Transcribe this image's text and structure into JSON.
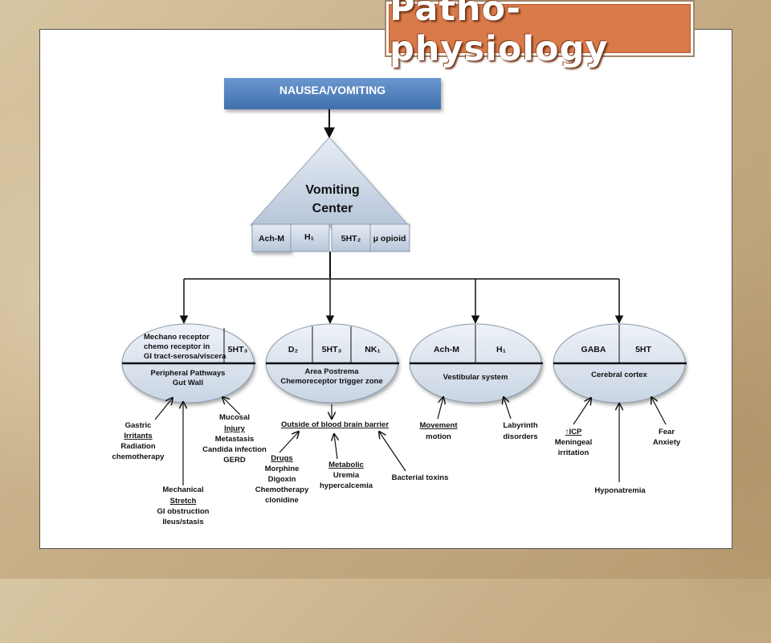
{
  "title": "Patho-physiology",
  "top_box": "NAUSEA/VOMITING",
  "center": {
    "line1": "Vomiting",
    "line2": "Center",
    "receptors": [
      "Ach-M",
      "H₁",
      "5HT₂",
      "μ opioid"
    ]
  },
  "ellipses": {
    "peripheral": {
      "top_left": [
        "Mechano receptor",
        "chemo receptor in",
        "GI tract-serosa/viscera"
      ],
      "top_right": "5HT₃",
      "bottom": [
        "Peripheral Pathways",
        "Gut Wall"
      ]
    },
    "postrema": {
      "cells": [
        "D₂",
        "5HT₃",
        "NK₁"
      ],
      "bottom": [
        "Area Postrema",
        "Chemoreceptor trigger zone"
      ]
    },
    "vestibular": {
      "cells": [
        "Ach-M",
        "H₁"
      ],
      "bottom": [
        "Vestibular system"
      ]
    },
    "cortex": {
      "cells": [
        "GABA",
        "5HT"
      ],
      "bottom": [
        "Cerebral cortex"
      ]
    }
  },
  "causes": {
    "gastric": {
      "l1": "Gastric",
      "l2": "Irritants",
      "l3": "Radiation",
      "l4": "chemotherapy"
    },
    "mucosal": {
      "l1": "Mucosal",
      "l2": "Injury",
      "l3": "Metastasis",
      "l4": "Candida infection",
      "l5": "GERD"
    },
    "mechanical": {
      "l1": "Mechanical",
      "l2": "Stretch",
      "l3": "GI obstruction",
      "l4": "Ileus/stasis"
    },
    "bbb": "Outside of blood brain barrier",
    "drugs": {
      "l1": "Drugs",
      "l2": "Morphine",
      "l3": "Digoxin",
      "l4": "Chemotherapy",
      "l5": "clonidine"
    },
    "metabolic": {
      "l1": "Metabolic",
      "l2": "Uremia",
      "l3": "hypercalcemia"
    },
    "bacterial": "Bacterial toxins",
    "movement": {
      "l1": "Movement",
      "l2": "motion"
    },
    "labyrinth": {
      "l1": "Labyrinth",
      "l2": "disorders"
    },
    "icp": {
      "l1": "↑ICP",
      "l2": "Meningeal",
      "l3": "irritation"
    },
    "fear": {
      "l1": "Fear",
      "l2": "Anxiety"
    },
    "hyponatremia": "Hyponatremia"
  },
  "colors": {
    "title_bg": "#d97a4a",
    "top_box": "#4f81bd",
    "triangle": "#c7d3e3",
    "ellipse": "#dbe3ee",
    "arrow": "#111111"
  }
}
